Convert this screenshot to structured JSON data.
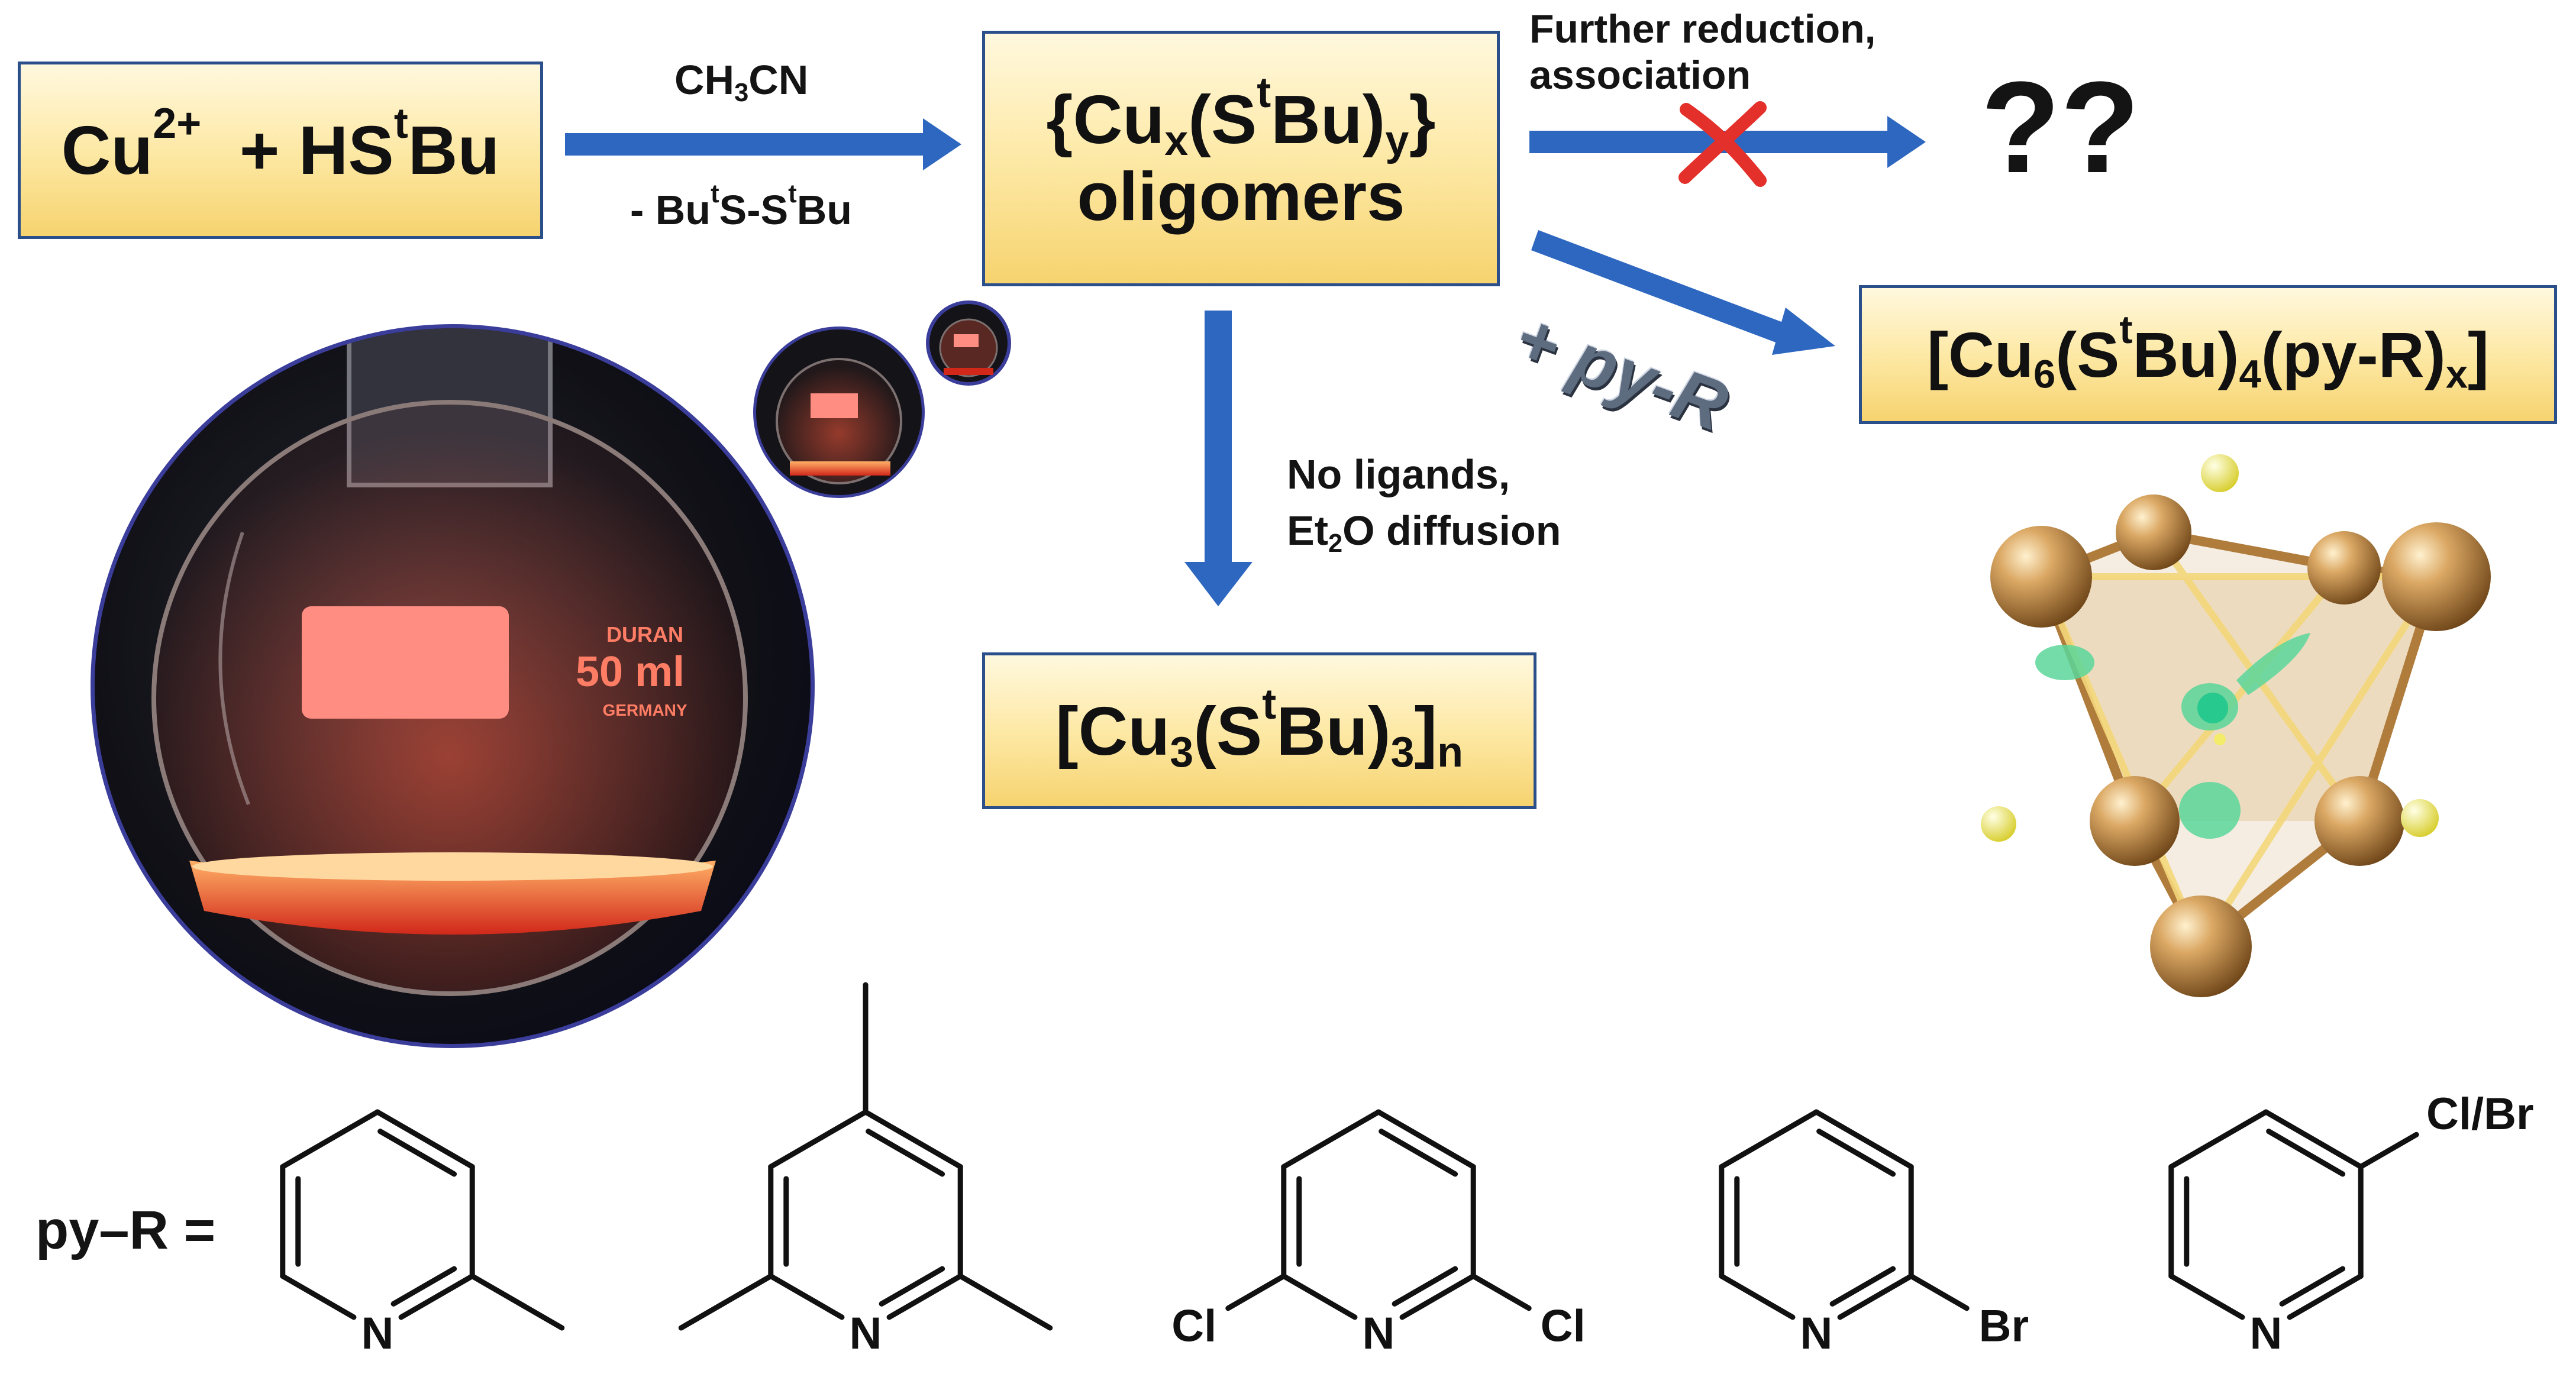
{
  "reactants": {
    "cu": "Cu",
    "cu_charge": "2+",
    "plus": "+ HS",
    "t": "t",
    "bu": "Bu"
  },
  "arrow1": {
    "top_a": "CH",
    "top_sub": "3",
    "top_b": "CN",
    "bottom_a": "- Bu",
    "bottom_t1": "t",
    "bottom_b": "S-S",
    "bottom_t2": "t",
    "bottom_c": "Bu"
  },
  "oligomers": {
    "a": "{Cu",
    "x": "x",
    "b": "(S",
    "t": "t",
    "c": "Bu)",
    "y": "y",
    "d": "}",
    "line2": "oligomers"
  },
  "branch_up": {
    "line1": "Further reduction,",
    "line2": "association",
    "result": "??"
  },
  "branch_py": {
    "arrow_label": "+ py-R",
    "prod_a": "[Cu",
    "prod_6": "6",
    "prod_b": "(S",
    "prod_t": "t",
    "prod_c": "Bu)",
    "prod_4": "4",
    "prod_d": "(py-R)",
    "prod_x": "x",
    "prod_e": "]"
  },
  "branch_down": {
    "line1": "No ligands,",
    "line2a": "Et",
    "line2sub": "2",
    "line2b": "O diffusion",
    "prod_a": "[Cu",
    "prod_3a": "3",
    "prod_b": "(S",
    "prod_t": "t",
    "prod_c": "Bu)",
    "prod_3b": "3",
    "prod_d": "]",
    "prod_n": "n"
  },
  "flask": {
    "brand": "DURAN",
    "volume": "50 ml",
    "origin": "GERMANY"
  },
  "ligands": {
    "prefix": "py–R =",
    "N": "N",
    "Cl": "Cl",
    "Br": "Br",
    "ClBr": "Cl/Br"
  },
  "colors": {
    "box_border": "#2b4f8a",
    "arrow": "#2e67c0",
    "cross": "#e4302a",
    "copper": "#c9924a",
    "sulfur": "#f3ec6a",
    "density": "#5bd69a",
    "flask_glow": "#ff5a3c"
  }
}
